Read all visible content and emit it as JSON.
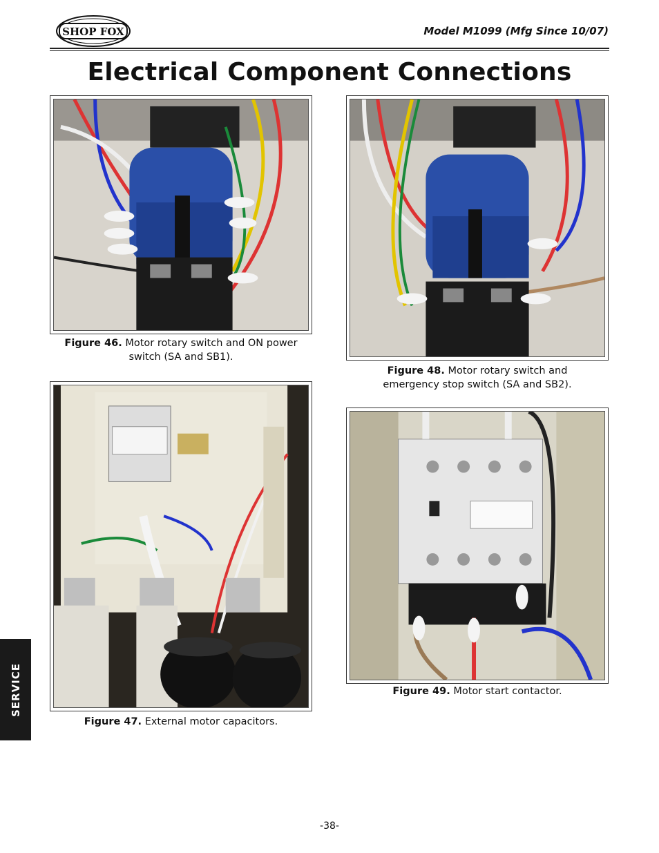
{
  "header": {
    "logo_text": "SHOP FOX",
    "model": "Model M1099 (Mfg Since 10/07)"
  },
  "title": "Electrical Component Connections",
  "figures": [
    {
      "label": "Figure 46.",
      "caption_line1": "Motor rotary switch and ON power",
      "caption_line2": "switch (SA and SB1)."
    },
    {
      "label": "Figure 47.",
      "caption_line1": "External motor capacitors.",
      "caption_line2": ""
    },
    {
      "label": "Figure 48.",
      "caption_line1": "Motor rotary switch and",
      "caption_line2": "emergency stop switch (SA and SB2)."
    },
    {
      "label": "Figure 49.",
      "caption_line1": "Motor start contactor.",
      "caption_line2": ""
    }
  ],
  "side_tab": "SERVICE",
  "page_number": "-38-",
  "colors": {
    "tab": "#1a1a1a",
    "switch_blue": "#2a4fa8"
  }
}
